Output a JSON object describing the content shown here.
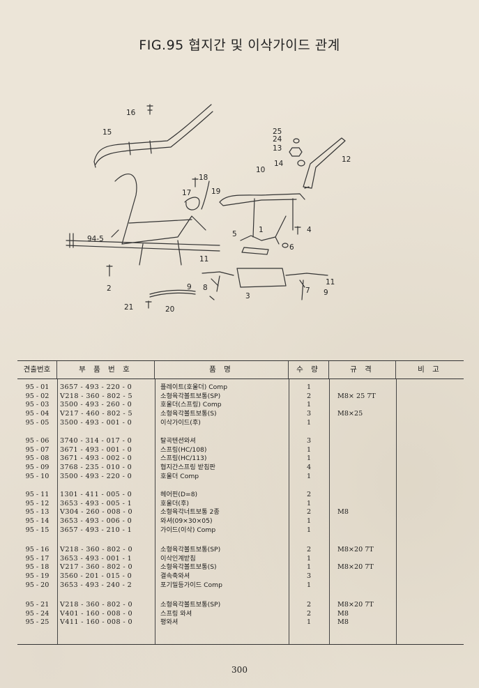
{
  "title": "FIG.95 협지간 및 이삭가이드 관계",
  "figure": {
    "callouts": [
      "16",
      "15",
      "25",
      "24",
      "13",
      "14",
      "12",
      "10",
      "18",
      "17",
      "19",
      "94-5",
      "5",
      "1",
      "4",
      "6",
      "2",
      "11",
      "11",
      "9",
      "8",
      "3",
      "7",
      "9",
      "21",
      "20"
    ]
  },
  "table": {
    "headers": {
      "no": "견출번호",
      "part": "부 품 번 호",
      "name": "품 명",
      "qty": "수 량",
      "spec": "규 격",
      "note": "비 고"
    },
    "groups": [
      [
        {
          "no": "95 - 01",
          "part": "3657 - 493 - 220 - 0",
          "name": "플레이트(호울더) Comp",
          "qty": "1",
          "spec": ""
        },
        {
          "no": "95 - 02",
          "part": "V218 - 360 - 802 - 5",
          "name": "소형육각볼트보통(SP)",
          "qty": "2",
          "spec": "M8× 25 7T"
        },
        {
          "no": "95 - 03",
          "part": "3500 - 493 - 260 - 0",
          "name": "호울더(스프링) Comp",
          "qty": "1",
          "spec": ""
        },
        {
          "no": "95 - 04",
          "part": "V217 - 460 - 802 - 5",
          "name": "소형육각볼트보통(S)",
          "qty": "3",
          "spec": "M8×25"
        },
        {
          "no": "95 - 05",
          "part": "3500 - 493 - 001 - 0",
          "name": "이삭가이드(후)",
          "qty": "1",
          "spec": ""
        }
      ],
      [
        {
          "no": "95 - 06",
          "part": "3740 - 314 - 017 - 0",
          "name": "탈곡텐션와셔",
          "qty": "3",
          "spec": ""
        },
        {
          "no": "95 - 07",
          "part": "3671 - 493 - 001 - 0",
          "name": "스프링(HC/108)",
          "qty": "1",
          "spec": ""
        },
        {
          "no": "95 - 08",
          "part": "3671 - 493 - 002 - 0",
          "name": "스프링(HC/113)",
          "qty": "1",
          "spec": ""
        },
        {
          "no": "95 - 09",
          "part": "3768 - 235 - 010 - 0",
          "name": "협지간스프링 받침판",
          "qty": "4",
          "spec": ""
        },
        {
          "no": "95 - 10",
          "part": "3500 - 493 - 220 - 0",
          "name": "호울더 Comp",
          "qty": "1",
          "spec": ""
        }
      ],
      [
        {
          "no": "95 - 11",
          "part": "1301 - 411 - 005 - 0",
          "name": "헤어핀(D=8)",
          "qty": "2",
          "spec": ""
        },
        {
          "no": "95 - 12",
          "part": "3653 - 493 - 005 - 1",
          "name": "호울더(후)",
          "qty": "1",
          "spec": ""
        },
        {
          "no": "95 - 13",
          "part": "V304 - 260 - 008 - 0",
          "name": "소형육각너트보통 2종",
          "qty": "2",
          "spec": "M8"
        },
        {
          "no": "95 - 14",
          "part": "3653 - 493 - 006 - 0",
          "name": "와셔(09×30×05)",
          "qty": "1",
          "spec": ""
        },
        {
          "no": "95 - 15",
          "part": "3657 - 493 - 210 - 1",
          "name": "가이드(이삭) Comp",
          "qty": "1",
          "spec": ""
        }
      ],
      [
        {
          "no": "95 - 16",
          "part": "V218 - 360 - 802 - 0",
          "name": "소형육각볼트보통(SP)",
          "qty": "2",
          "spec": "M8×20 7T"
        },
        {
          "no": "95 - 17",
          "part": "3653 - 493 - 001 - 1",
          "name": "이삭인계받침",
          "qty": "1",
          "spec": ""
        },
        {
          "no": "95 - 18",
          "part": "V217 - 360 - 802 - 0",
          "name": "소형육각볼트보통(S)",
          "qty": "1",
          "spec": "M8×20 7T"
        },
        {
          "no": "95 - 19",
          "part": "3560 - 201 - 015 - 0",
          "name": "결속축와셔",
          "qty": "3",
          "spec": ""
        },
        {
          "no": "95 - 20",
          "part": "3653 - 493 - 240 - 2",
          "name": "포기밀등가이드 Comp",
          "qty": "1",
          "spec": ""
        }
      ],
      [
        {
          "no": "95 - 21",
          "part": "V218 - 360 - 802 - 0",
          "name": "소형육각볼트보통(SP)",
          "qty": "2",
          "spec": "M8×20 7T"
        },
        {
          "no": "95 - 24",
          "part": "V401 - 160 - 008 - 0",
          "name": "스프링 와셔",
          "qty": "2",
          "spec": "M8"
        },
        {
          "no": "95 - 25",
          "part": "V411 - 160 - 008 - 0",
          "name": "평와셔",
          "qty": "1",
          "spec": "M8"
        }
      ]
    ]
  },
  "page_number": "300"
}
